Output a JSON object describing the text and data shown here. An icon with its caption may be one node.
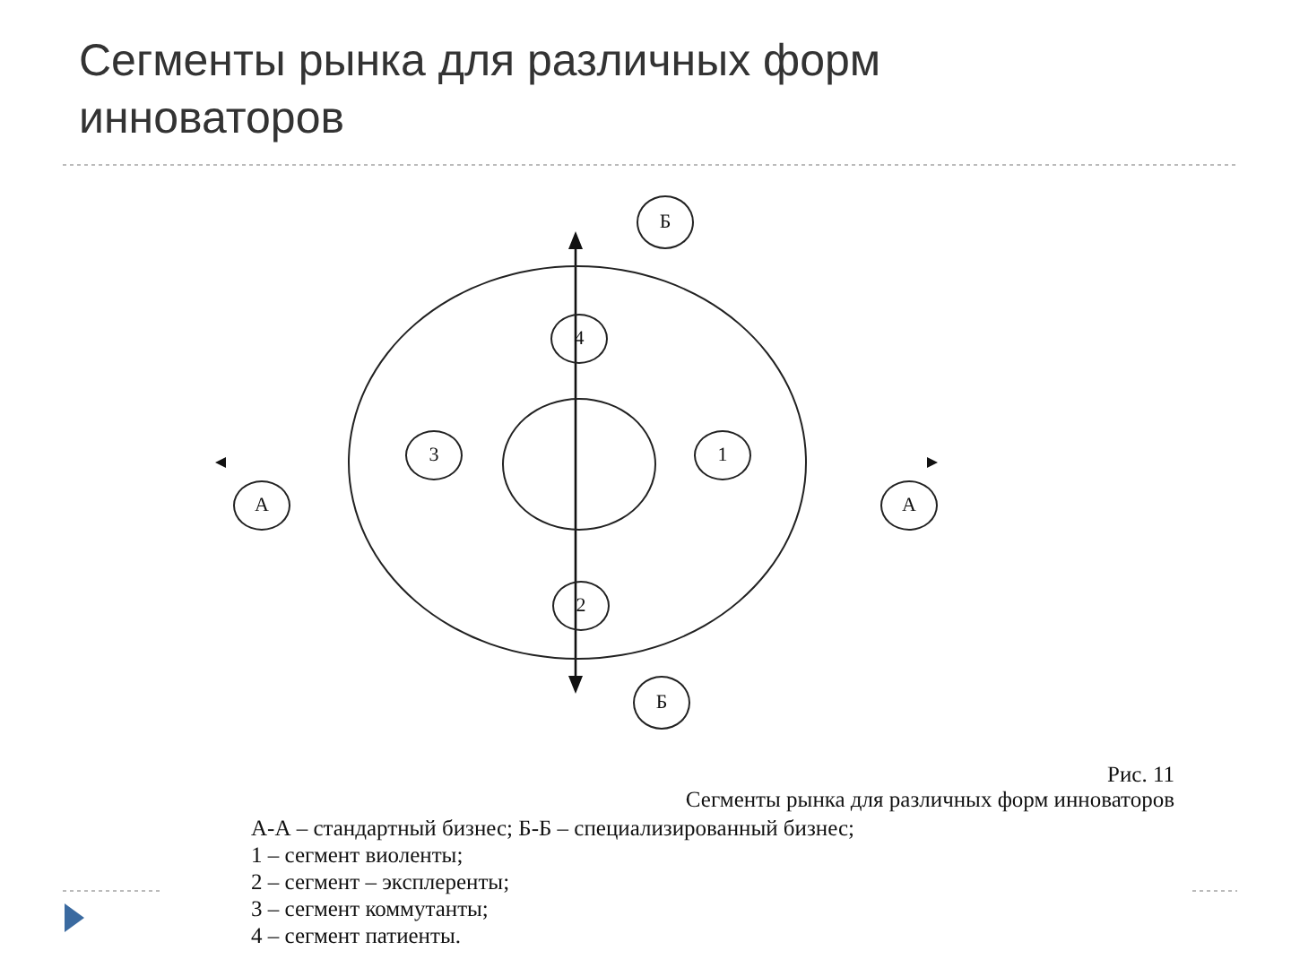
{
  "diagram": {
    "title": "Сегменты рынка для различных форм инноваторов",
    "nodes": [
      {
        "text": [
          "Б"
        ]
      },
      {
        "text": [],
        "shape": "circle"
      },
      {
        "text": [
          "4"
        ],
        "in": 1
      },
      {
        "text": [
          "3"
        ],
        "in": 1
      },
      {
        "text": [],
        "shape": "circle",
        "in": 1
      },
      {
        "text": [
          "1"
        ],
        "in": 1
      },
      {
        "text": [
          "А"
        ]
      },
      {
        "text": [
          "А"
        ]
      },
      {
        "text": [
          "2"
        ],
        "in": 1
      },
      {
        "text": [
          "Б"
        ]
      }
    ],
    "edges": [],
    "labels": [
      "Рис. 11",
      "Сегменты рынка для различных форм инноваторов",
      "А-А – стандартный бизнес; Б-Б – специализированный бизнес;",
      "1 – сегмент виоленты;",
      "2 – сегмент – эксплеренты;",
      "3 – сегмент коммутанты;",
      "4 – сегмент патиенты."
    ]
  }
}
